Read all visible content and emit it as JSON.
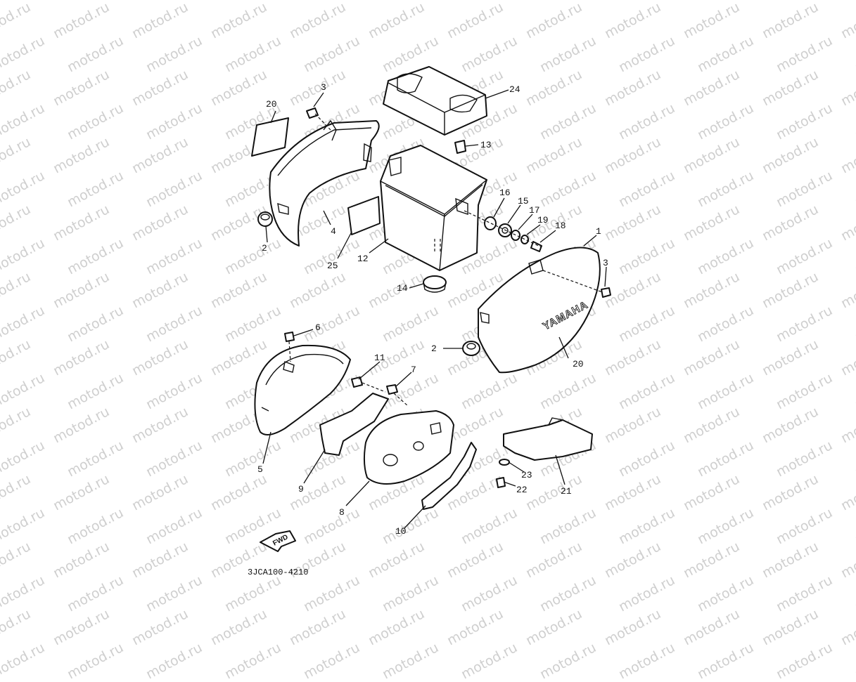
{
  "watermark": "motod.ru",
  "diagram_code": "3JCA100-4210",
  "brand_text": "YAMAHA",
  "fwd_label": "FWD",
  "callouts": [
    {
      "id": "c1",
      "text": "1"
    },
    {
      "id": "c2a",
      "text": "2"
    },
    {
      "id": "c2b",
      "text": "2"
    },
    {
      "id": "c3a",
      "text": "3"
    },
    {
      "id": "c3b",
      "text": "3"
    },
    {
      "id": "c4",
      "text": "4"
    },
    {
      "id": "c5",
      "text": "5"
    },
    {
      "id": "c6",
      "text": "6"
    },
    {
      "id": "c7",
      "text": "7"
    },
    {
      "id": "c8",
      "text": "8"
    },
    {
      "id": "c9",
      "text": "9"
    },
    {
      "id": "c10",
      "text": "10"
    },
    {
      "id": "c11",
      "text": "11"
    },
    {
      "id": "c12",
      "text": "12"
    },
    {
      "id": "c13",
      "text": "13"
    },
    {
      "id": "c14",
      "text": "14"
    },
    {
      "id": "c15",
      "text": "15"
    },
    {
      "id": "c16",
      "text": "16"
    },
    {
      "id": "c17",
      "text": "17"
    },
    {
      "id": "c18",
      "text": "18"
    },
    {
      "id": "c19",
      "text": "19"
    },
    {
      "id": "c20a",
      "text": "20"
    },
    {
      "id": "c20b",
      "text": "20"
    },
    {
      "id": "c21",
      "text": "21"
    },
    {
      "id": "c22",
      "text": "22"
    },
    {
      "id": "c23",
      "text": "23"
    },
    {
      "id": "c24",
      "text": "24"
    },
    {
      "id": "c25",
      "text": "25"
    }
  ]
}
